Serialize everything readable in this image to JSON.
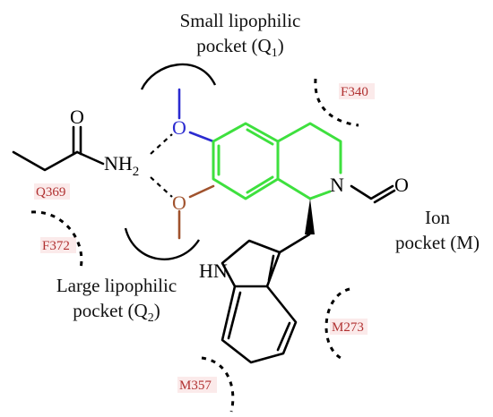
{
  "pockets": {
    "small": {
      "line1": "Small lipophilic",
      "line2_prefix": "pocket (Q",
      "line2_sub": "1",
      "line2_suffix": ")"
    },
    "large": {
      "line1": "Large lipophilic",
      "line2_prefix": "pocket (Q",
      "line2_sub": "2",
      "line2_suffix": ")"
    },
    "ion": {
      "line1": "Ion",
      "line2": "pocket (M)"
    }
  },
  "residues": {
    "f340": "F340",
    "q369": "Q369",
    "f372": "F372",
    "m273": "M273",
    "m357": "M357"
  },
  "atoms": {
    "carbonyl_o": "O",
    "nh2": "NH",
    "nh2_sub": "2",
    "methoxy_o1": "O",
    "methoxy_o2": "O",
    "ring_n": "N",
    "formyl_o": "O",
    "indole_hn": "HN"
  },
  "colors": {
    "ring_highlight": "#3ee03e",
    "o_blue": "#2b2bd0",
    "o_brown": "#a0522d",
    "residue_text": "#b03030"
  }
}
